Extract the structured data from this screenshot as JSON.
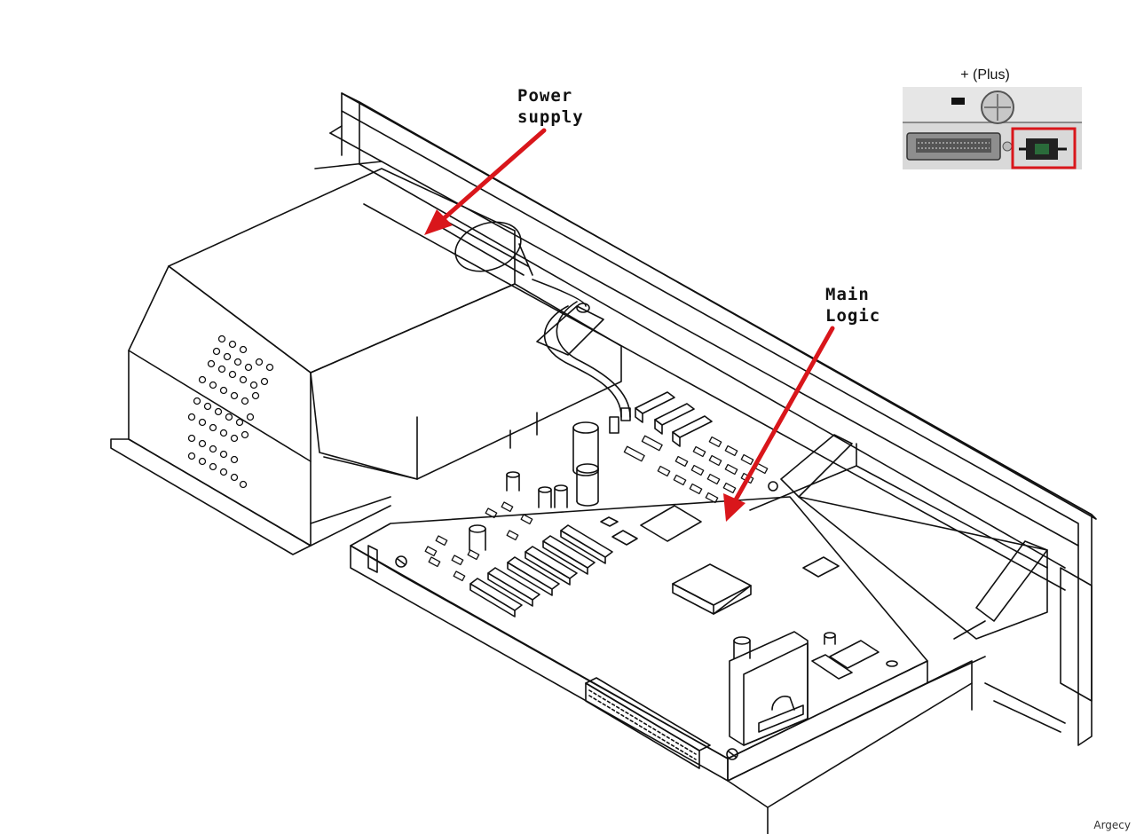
{
  "labels": {
    "power_supply": [
      "Power",
      "supply"
    ],
    "main_logic": [
      "Main",
      "Logic"
    ]
  },
  "inset": {
    "title": "+ (Plus)",
    "minus_marker": "-",
    "highlight_color": "#d9161b"
  },
  "arrow_color": "#d9161b",
  "watermark": "Argecy"
}
